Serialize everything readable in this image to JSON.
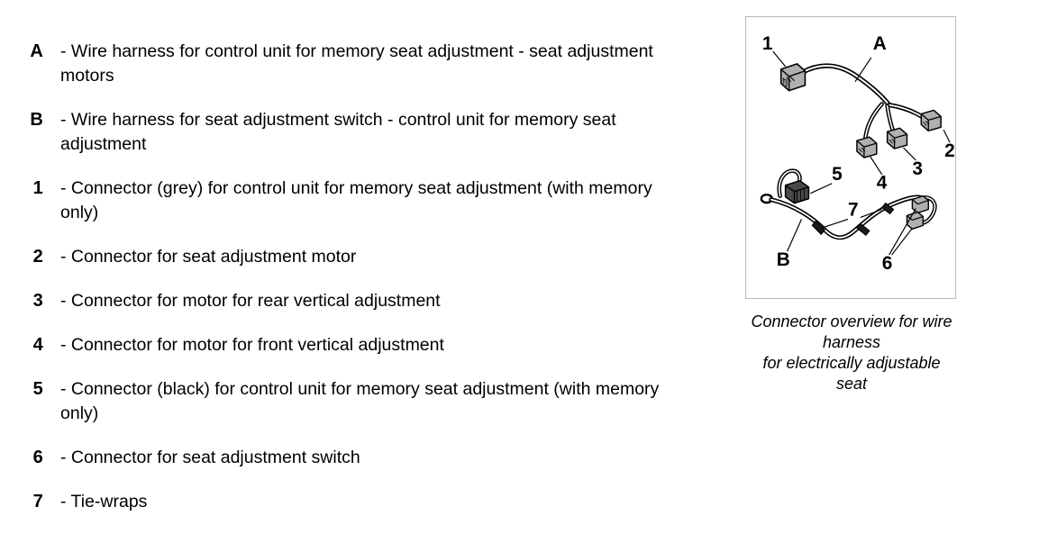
{
  "legend": {
    "items": [
      {
        "key": "A",
        "desc": "- Wire harness for control unit for memory seat adjustment - seat adjustment motors"
      },
      {
        "key": "B",
        "desc": "- Wire harness for seat adjustment switch - control unit for memory seat adjustment"
      },
      {
        "key": "1",
        "desc": "- Connector (grey) for control unit for memory seat adjustment (with memory only)"
      },
      {
        "key": "2",
        "desc": "- Connector for seat adjustment motor"
      },
      {
        "key": "3",
        "desc": "- Connector for motor for rear vertical adjustment"
      },
      {
        "key": "4",
        "desc": "- Connector for motor for front vertical adjustment"
      },
      {
        "key": "5",
        "desc": "- Connector (black) for control unit for memory seat adjustment (with memory only)"
      },
      {
        "key": "6",
        "desc": "- Connector for seat adjustment switch"
      },
      {
        "key": "7",
        "desc": "- Tie-wraps"
      }
    ]
  },
  "figure": {
    "caption_line1": "Connector overview for wire harness",
    "caption_line2": "for electrically adjustable seat",
    "callouts": {
      "one": "1",
      "a": "A",
      "two": "2",
      "three": "3",
      "four": "4",
      "five": "5",
      "six": "6",
      "seven": "7",
      "b": "B"
    },
    "colors": {
      "border": "#b8b8b8",
      "cable_outline": "#000000",
      "cable_fill": "#ffffff",
      "connector_grey": "#b0b0b0",
      "connector_grey_dark": "#8a8a8a",
      "connector_black": "#4a4a4a",
      "tiewrap": "#1a1a1a"
    }
  }
}
